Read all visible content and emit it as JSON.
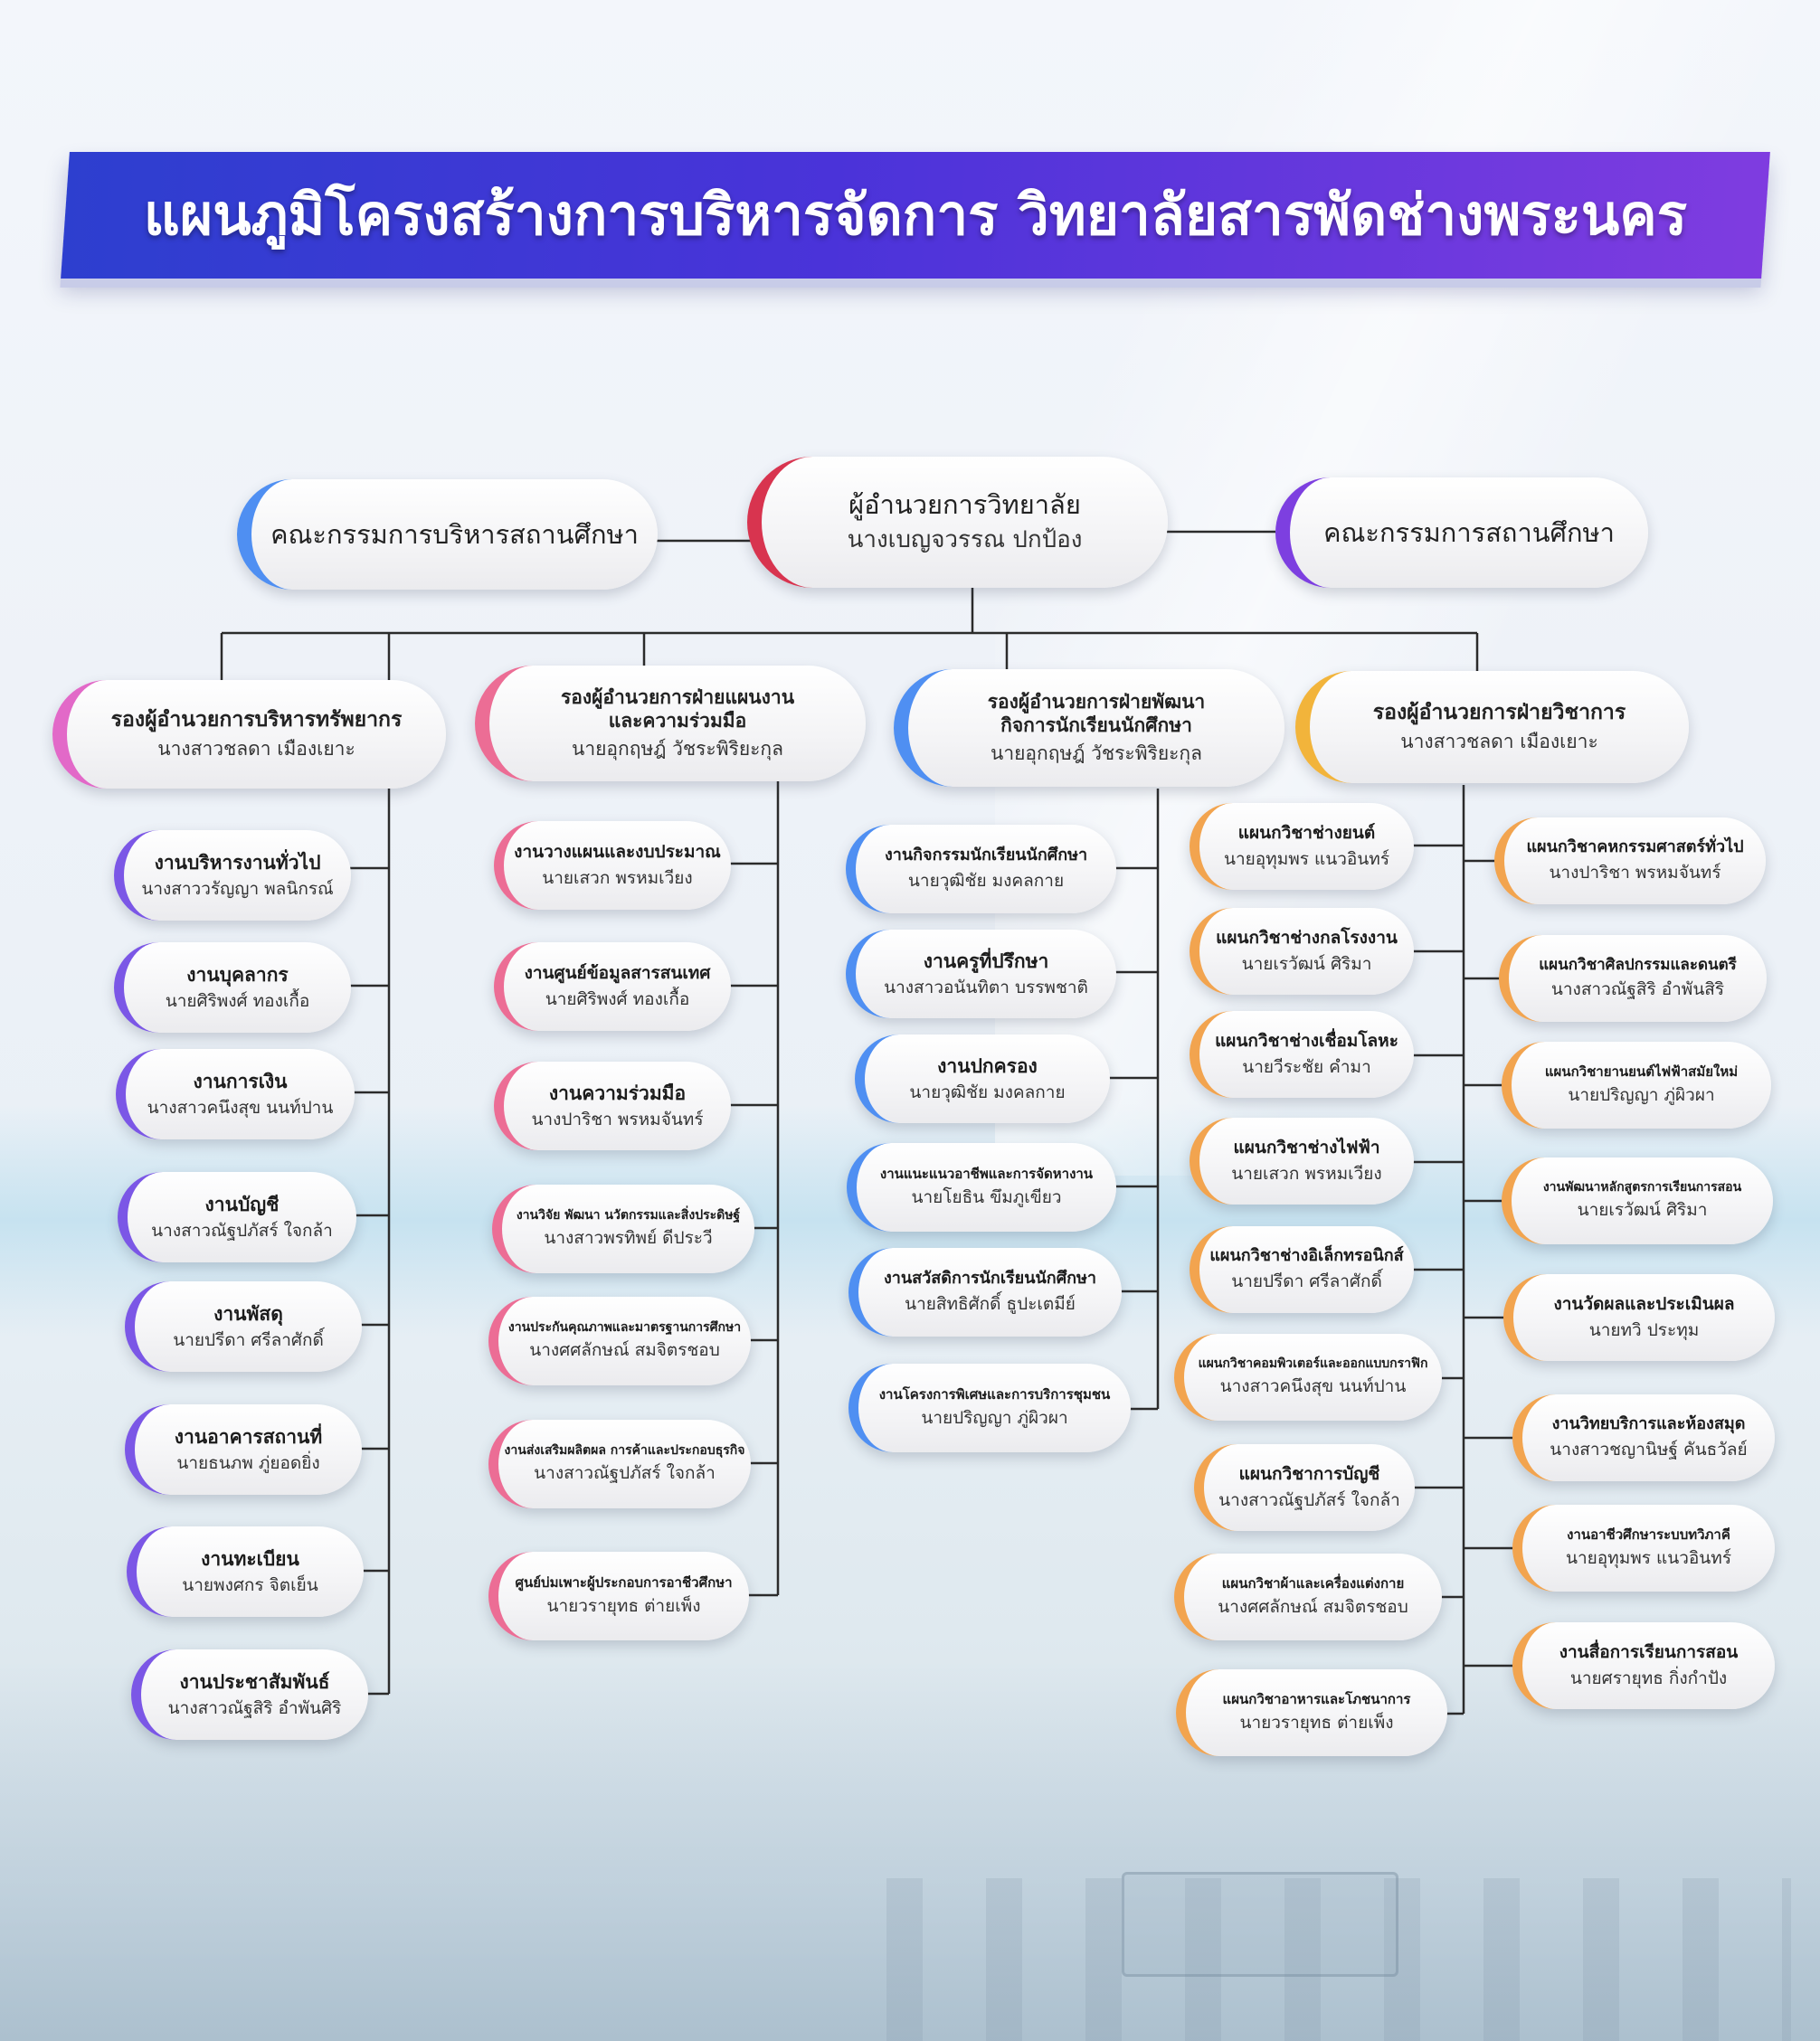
{
  "title": "แผนภูมิโครงสร้างการบริหารจัดการ วิทยาลัยสารพัดช่างพระนคร",
  "top": {
    "director": {
      "title": "ผู้อำนวยการวิทยาลัย",
      "name": "นางเบญจวรรณ  ปกป้อง"
    },
    "board_admin": {
      "title": "คณะกรรมการบริหารสถานศึกษา"
    },
    "board": {
      "title": "คณะกรรมการสถานศึกษา"
    }
  },
  "deputies": [
    {
      "title": "รองผู้อำนวยการบริหารทรัพยากร",
      "name": "นางสาวชลดา  เมืองเยาะ"
    },
    {
      "title": "รองผู้อำนวยการฝ่ายแผนงาน",
      "title2": "และความร่วมมือ",
      "name": "นายอุกฤษฎ์  วัชระพิริยะกุล"
    },
    {
      "title": "รองผู้อำนวยการฝ่ายพัฒนา",
      "title2": "กิจการนักเรียนนักศึกษา",
      "name": "นายอุกฤษฎ์  วัชระพิริยะกุล"
    },
    {
      "title": "รองผู้อำนวยการฝ่ายวิชาการ",
      "name": "นางสาวชลดา  เมืองเยาะ"
    }
  ],
  "col1": [
    {
      "title": "งานบริหารงานทั่วไป",
      "name": "นางสาววรัญญา  พลนิกรณ์"
    },
    {
      "title": "งานบุคลากร",
      "name": "นายศิริพงศ์  ทองเกื้อ"
    },
    {
      "title": "งานการเงิน",
      "name": "นางสาวคนึงสุข  นนท์ปาน"
    },
    {
      "title": "งานบัญชี",
      "name": "นางสาวณัฐปภัสร์  ใจกล้า"
    },
    {
      "title": "งานพัสดุ",
      "name": "นายปรีดา  ศรีลาศักดิ์"
    },
    {
      "title": "งานอาคารสถานที่",
      "name": "นายธนภพ  ภู่ยอดยิ่ง"
    },
    {
      "title": "งานทะเบียน",
      "name": "นายพงศกร  จิตเย็น"
    },
    {
      "title": "งานประชาสัมพันธ์",
      "name": "นางสาวณัฐสิริ  อำพันศิริ"
    }
  ],
  "col2": [
    {
      "title": "งานวางแผนและงบประมาณ",
      "name": "นายเสวก  พรหมเวียง"
    },
    {
      "title": "งานศูนย์ข้อมูลสารสนเทศ",
      "name": "นายศิริพงศ์  ทองเกื้อ"
    },
    {
      "title": "งานความร่วมมือ",
      "name": "นางปาริชา  พรหมจันทร์"
    },
    {
      "title": "งานวิจัย พัฒนา นวัตกรรมและสิ่งประดิษฐ์",
      "name": "นางสาวพรทิพย์  ดีประวี"
    },
    {
      "title": "งานประกันคุณภาพและมาตรฐานการศึกษา",
      "name": "นางศศลักษณ์  สมจิตรชอบ"
    },
    {
      "title": "งานส่งเสริมผลิตผล การค้าและประกอบธุรกิจ",
      "name": "นางสาวณัฐปภัสร์  ใจกล้า"
    },
    {
      "title": "ศูนย์บ่มเพาะผู้ประกอบการอาชีวศึกษา",
      "name": "นายวรายุทธ  ต่ายเพ็ง"
    }
  ],
  "col3": [
    {
      "title": "งานกิจกรรมนักเรียนนักศึกษา",
      "name": "นายวุฒิชัย  มงคลกาย"
    },
    {
      "title": "งานครูที่ปรึกษา",
      "name": "นางสาวอนันทิตา  บรรพชาติ"
    },
    {
      "title": "งานปกครอง",
      "name": "นายวุฒิชัย  มงคลกาย"
    },
    {
      "title": "งานแนะแนวอาชีพและการจัดหางาน",
      "name": "นายโยธิน  ขึมภูเขียว"
    },
    {
      "title": "งานสวัสดิการนักเรียนนักศึกษา",
      "name": "นายสิทธิศักดิ์  ธูปะเตมีย์"
    },
    {
      "title": "งานโครงการพิเศษและการบริการชุมชน",
      "name": "นายปริญญา  ภู่ผิวผา"
    }
  ],
  "col4a": [
    {
      "title": "แผนกวิชาช่างยนต์",
      "name": "นายอุทุมพร  แนวอินทร์"
    },
    {
      "title": "แผนกวิชาช่างกลโรงงาน",
      "name": "นายเรวัฒน์  ศิริมา"
    },
    {
      "title": "แผนกวิชาช่างเชื่อมโลหะ",
      "name": "นายวีระชัย  คำมา"
    },
    {
      "title": "แผนกวิชาช่างไฟฟ้า",
      "name": "นายเสวก  พรหมเวียง"
    },
    {
      "title": "แผนกวิชาช่างอิเล็กทรอนิกส์",
      "name": "นายปรีดา  ศรีลาศักดิ์"
    },
    {
      "title": "แผนกวิชาคอมพิวเตอร์และออกแบบกราฟิก",
      "name": "นางสาวคนึงสุข  นนท์ปาน"
    },
    {
      "title": "แผนกวิชาการบัญชี",
      "name": "นางสาวณัฐปภัสร์  ใจกล้า"
    },
    {
      "title": "แผนกวิชาผ้าและเครื่องแต่งกาย",
      "name": "นางศศลักษณ์  สมจิตรชอบ"
    },
    {
      "title": "แผนกวิชาอาหารและโภชนาการ",
      "name": "นายวรายุทธ  ต่ายเพ็ง"
    }
  ],
  "col4b": [
    {
      "title": "แผนกวิชาคหกรรมศาสตร์ทั่วไป",
      "name": "นางปาริชา  พรหมจันทร์"
    },
    {
      "title": "แผนกวิชาศิลปกรรมและดนตรี",
      "name": "นางสาวณัฐสิริ  อำพันสิริ"
    },
    {
      "title": "แผนกวิชายานยนต์ไฟฟ้าสมัยใหม่",
      "name": "นายปริญญา  ภู่ผิวผา"
    },
    {
      "title": "งานพัฒนาหลักสูตรการเรียนการสอน",
      "name": "นายเรวัฒน์  ศิริมา"
    },
    {
      "title": "งานวัดผลและประเมินผล",
      "name": "นายทวิ  ประทุม"
    },
    {
      "title": "งานวิทยบริการและห้องสมุด",
      "name": "นางสาวชญานิษฐ์  คันธวัลย์"
    },
    {
      "title": "งานอาชีวศึกษาระบบทวิภาคี",
      "name": "นายอุทุมพร  แนวอินทร์"
    },
    {
      "title": "งานสื่อการเรียนการสอน",
      "name": "นายศรายุทธ  กิ่งกำปัง"
    }
  ],
  "colors": {
    "banner": "#3b35d6",
    "purple": "#7b57e6",
    "pink": "#ec6d95",
    "blue": "#4f8ff2",
    "orange": "#f2a44f"
  }
}
